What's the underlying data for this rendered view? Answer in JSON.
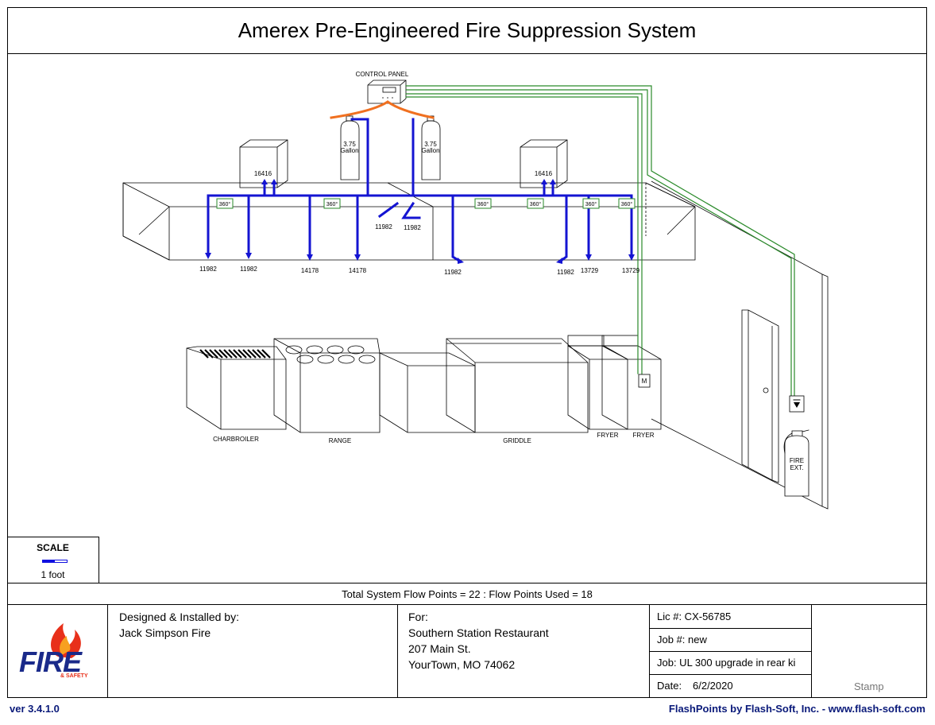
{
  "title": "Amerex Pre-Engineered Fire Suppression System",
  "colors": {
    "pipe": "#1414d2",
    "wire": "#2a8a2a",
    "hose": "#f07020",
    "logo_red": "#e8301a",
    "logo_blue": "#1a2a8a",
    "footer_text": "#0a1a7a"
  },
  "diagram": {
    "control_panel": "CONTROL PANEL",
    "tanks": [
      {
        "size": "3.75",
        "unit": "Gallon"
      },
      {
        "size": "3.75",
        "unit": "Gallon"
      }
    ],
    "plenum_labels": [
      "16416",
      "16416"
    ],
    "nozzle_360_label": "360°",
    "nozzle_labels": [
      "11982",
      "11982",
      "14178",
      "14178",
      "11982",
      "11982",
      "11982",
      "11982",
      "13729",
      "13729"
    ],
    "appliances": [
      "CHARBROILER",
      "RANGE",
      "GRIDDLE",
      "FRYER",
      "FRYER"
    ],
    "manual_pull": "M",
    "fire_ext": [
      "FIRE",
      "EXT."
    ]
  },
  "scale": {
    "label": "SCALE",
    "value": "1 foot"
  },
  "flow_points": "Total System Flow Points = 22 : Flow Points Used = 18",
  "logo": {
    "text": "FIRE",
    "subtext": "& SAFETY"
  },
  "designed": {
    "heading": "Designed & Installed by:",
    "name": "Jack Simpson Fire"
  },
  "for": {
    "heading": "For:",
    "lines": [
      "Southern Station Restaurant",
      "207 Main St.",
      "YourTown, MO  74062"
    ]
  },
  "info": {
    "lic": "Lic #:  CX-56785",
    "job_num": "Job #:  new",
    "job": "Job:  UL 300 upgrade in rear ki",
    "date_label": "Date:",
    "date_value": "6/2/2020"
  },
  "stamp": "Stamp",
  "version": "ver 3.4.1.0",
  "credit": "FlashPoints by Flash-Soft, Inc.  -  www.flash-soft.com"
}
